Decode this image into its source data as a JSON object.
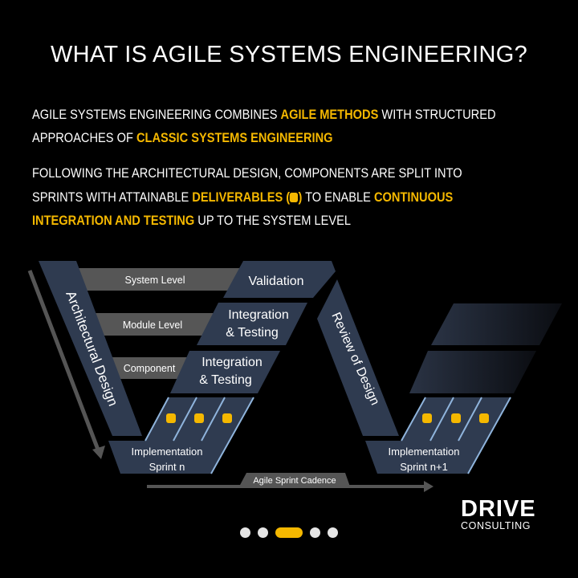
{
  "title": "WHAT IS AGILE SYSTEMS ENGINEERING?",
  "paragraph1": {
    "line1_a": "AGILE SYSTEMS ENGINEERING COMBINES ",
    "line1_b": "AGILE METHODS",
    "line1_c": " WITH STRUCTURED",
    "line2_a": "APPROACHES OF ",
    "line2_b": "CLASSIC SYSTEMS ENGINEERING"
  },
  "paragraph2": {
    "line1": "FOLLOWING THE ARCHITECTURAL DESIGN, COMPONENTS ARE SPLIT INTO",
    "line2_a": "SPRINTS WITH ATTAINABLE ",
    "line2_b": "DELIVERABLES (",
    "line2_c": ")",
    "line2_d": " TO ENABLE ",
    "line2_e": "CONTINUOUS",
    "line3_a": "INTEGRATION AND TESTING",
    "line3_b": " UP TO THE SYSTEM LEVEL"
  },
  "diagram": {
    "architectural_design": "Architectural Design",
    "review_of_design": "Review of Design",
    "levels": [
      "System Level",
      "Module Level",
      "Component"
    ],
    "validation": "Validation",
    "integration_1": [
      "Integration",
      "& Testing"
    ],
    "integration_2": [
      "Integration",
      "& Testing"
    ],
    "sprint_n": [
      "Implementation",
      "Sprint n"
    ],
    "sprint_n1": [
      "Implementation",
      "Sprint n+1"
    ],
    "cadence": "Agile Sprint Cadence",
    "deliverable_icon": "package-icon"
  },
  "logo": {
    "name": "DRIVE",
    "sub": "CONSULTING"
  },
  "pagination": {
    "count": 5,
    "active": 3
  },
  "colors": {
    "accent": "#f5b800",
    "panel": "#2f3b50",
    "bar": "#555555",
    "stripe": "#8fb4dc"
  }
}
